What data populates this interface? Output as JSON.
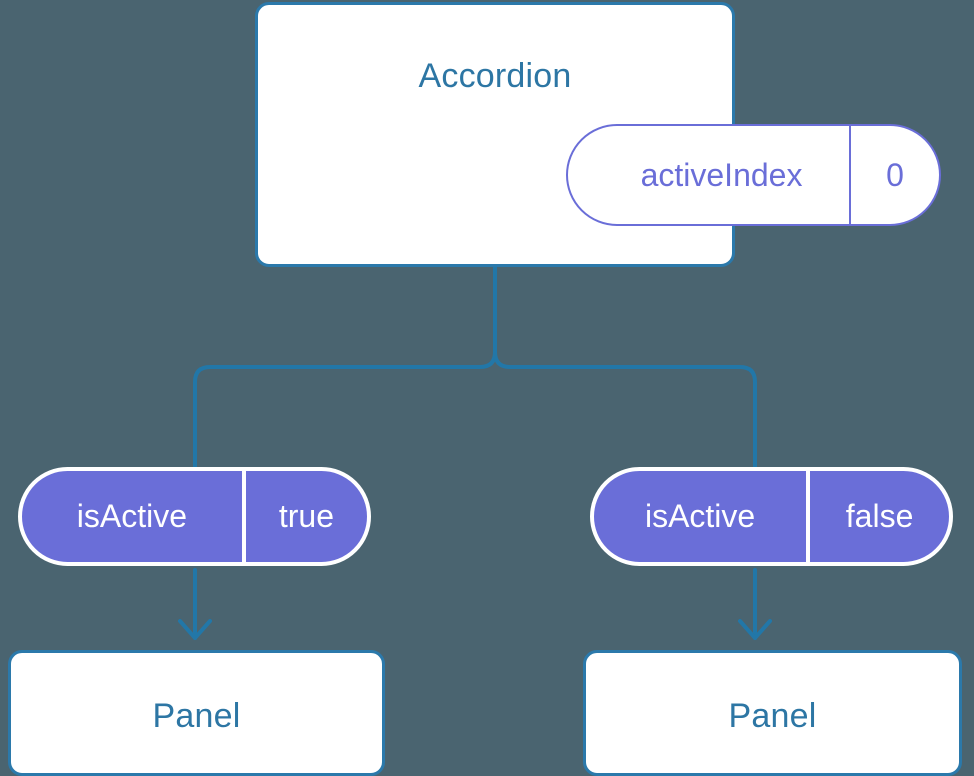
{
  "diagram": {
    "type": "component-tree",
    "background_color": "#4a6470",
    "colors": {
      "background": "#4a6470",
      "card_background": "#ffffff",
      "card_border": "#2b79ab",
      "card_title_text": "#2d76a4",
      "connector_line": "#2277a8",
      "prop_outline": "#6a6ed8",
      "prop_filled_background": "#6a6ed8",
      "prop_filled_border": "#ffffff",
      "prop_filled_text": "#ffffff"
    },
    "root": {
      "title": "Accordion",
      "prop": {
        "key": "activeIndex",
        "value": "0"
      }
    },
    "branches": [
      {
        "side": "left",
        "prop": {
          "key": "isActive",
          "value": "true"
        },
        "child": {
          "title": "Panel"
        }
      },
      {
        "side": "right",
        "prop": {
          "key": "isActive",
          "value": "false"
        },
        "child": {
          "title": "Panel"
        }
      }
    ]
  }
}
